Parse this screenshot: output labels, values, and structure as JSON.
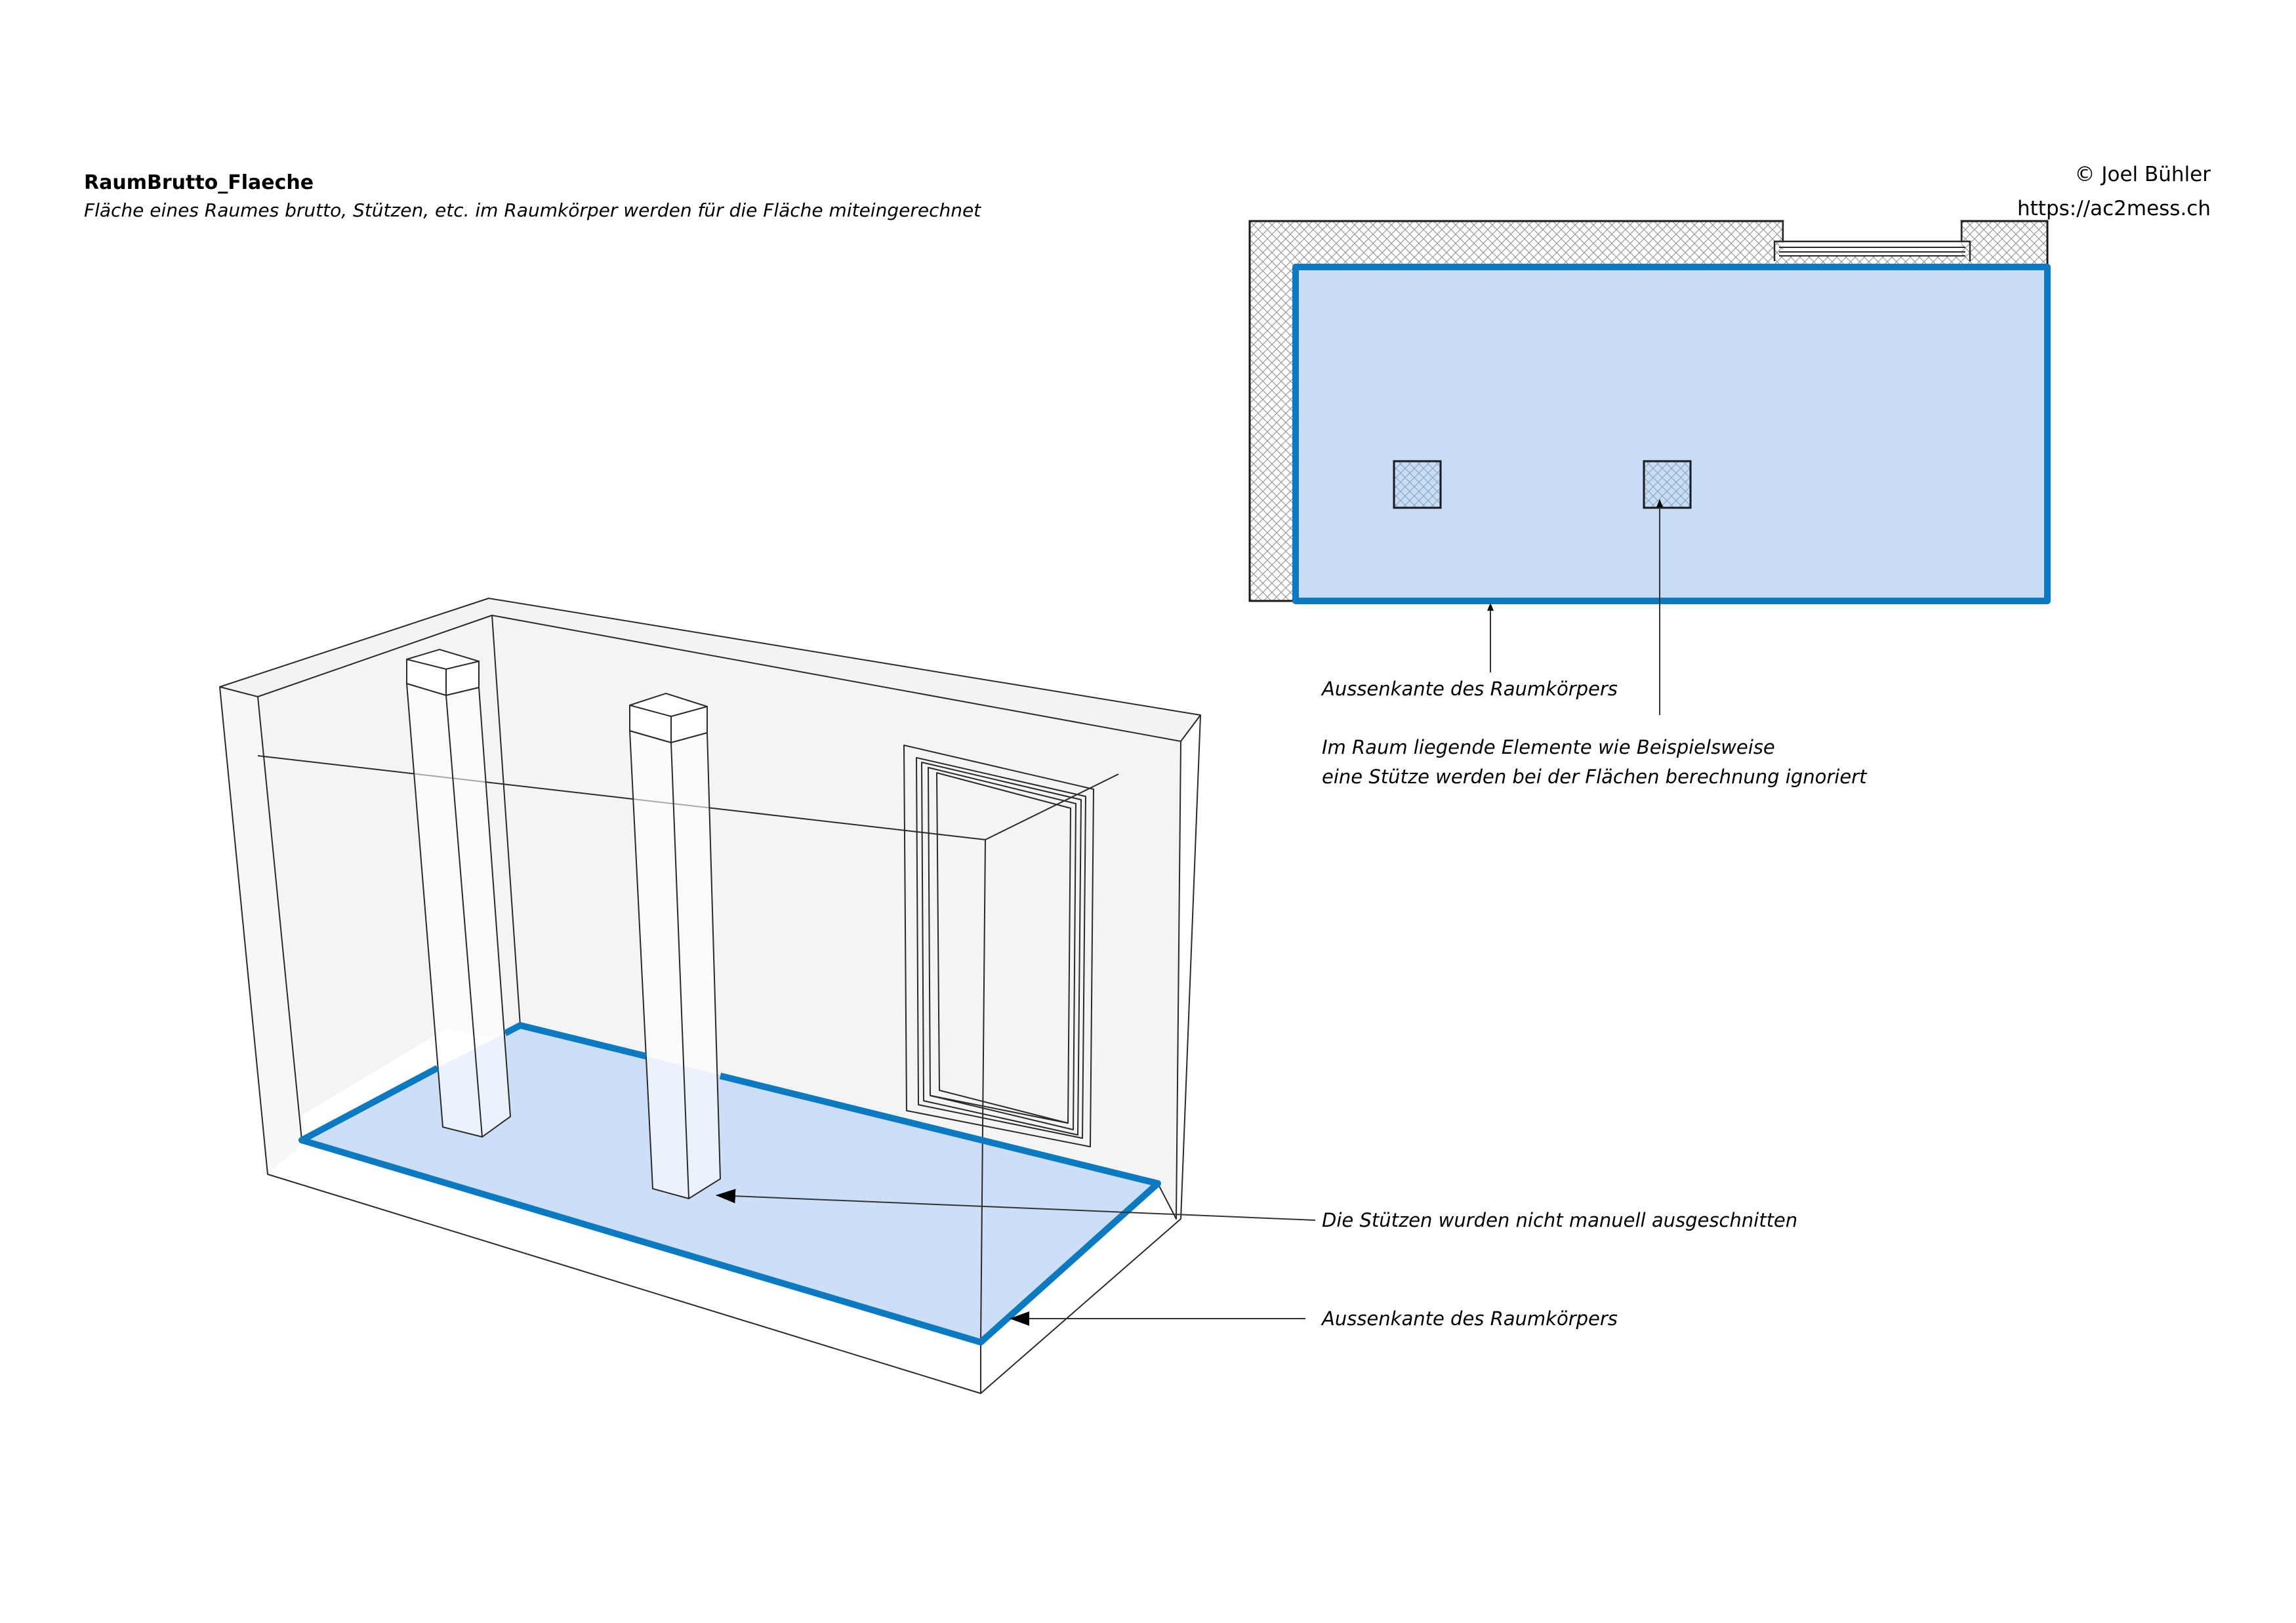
{
  "header": {
    "title": "RaumBrutto_Flaeche",
    "subtitle": "Fläche eines Raumes brutto, Stützen, etc. im Raumkörper werden für die Fläche miteingerechnet"
  },
  "credit": {
    "author": "© Joel Bühler",
    "website": "https://ac2mess.ch"
  },
  "annotations": {
    "plan_outer_edge": "Aussenkante des Raumkörpers",
    "plan_elements_line1": "Im Raum liegende Elemente wie Beispielsweise",
    "plan_elements_line2": "eine Stütze werden bei der Flächen berechnung ignoriert",
    "iso_columns": "Die Stützen wurden nicht manuell ausgeschnitten",
    "iso_outer_edge": "Aussenkante des Raumkörpers"
  },
  "colors": {
    "room_fill": "#c8dcf5",
    "room_outline": "#0b7ac0",
    "wall_hatch": "#9a9a9a",
    "wall_shade": "#f3f3f3",
    "line": "#2a2a2a"
  }
}
